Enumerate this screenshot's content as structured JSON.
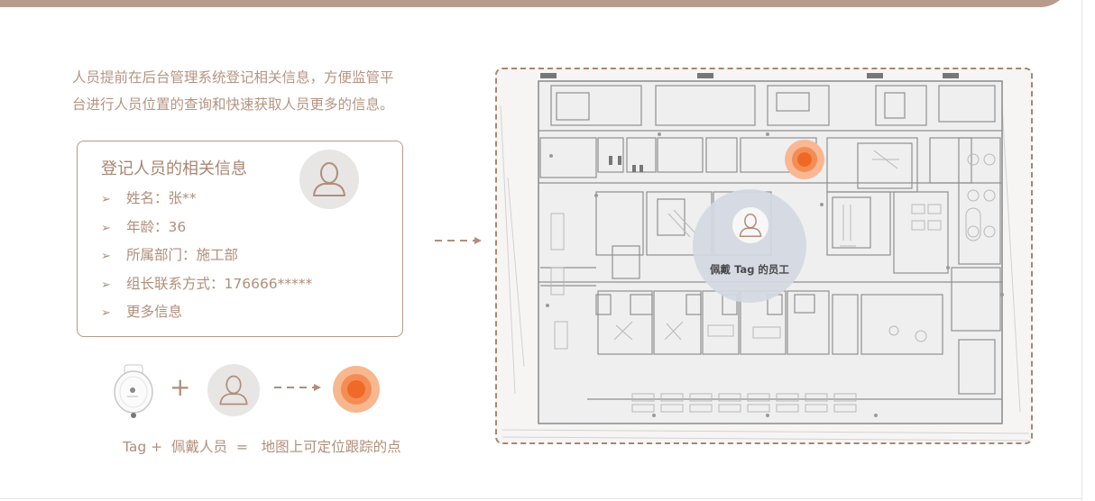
{
  "intro": {
    "line1": "人员提前在后台管理系统登记相关信息，方便监管平",
    "line2": "台进行人员位置的查询和快速获取人员更多的信息。"
  },
  "card": {
    "title": "登记人员的相关信息",
    "items": [
      {
        "label": "姓名：张**"
      },
      {
        "label": "年龄：36"
      },
      {
        "label": "所属部门：施工部"
      },
      {
        "label": "组长联系方式：176666*****"
      },
      {
        "label": "更多信息"
      }
    ],
    "bullet": "➢"
  },
  "equation": {
    "plus": "+",
    "caption": "Tag +  佩戴人员  =   地图上可定位跟踪的点"
  },
  "map": {
    "employee_label": "佩戴 Tag 的员工"
  },
  "colors": {
    "accent": "#b89c8b",
    "text": "#b08e7a",
    "dot": "#f07a3a"
  },
  "icons": [
    "person-icon",
    "tag-device-icon",
    "location-dot-icon",
    "dashed-arrow-icon",
    "floor-plan"
  ]
}
